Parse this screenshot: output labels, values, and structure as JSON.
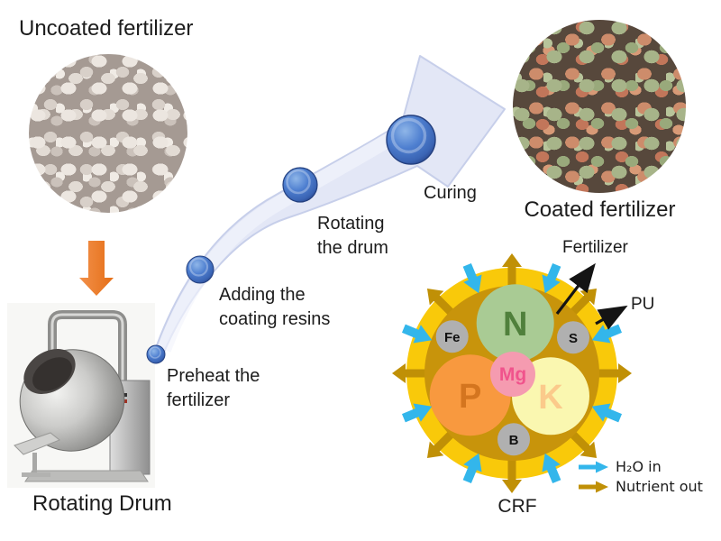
{
  "uncoated": {
    "label": "Uncoated fertilizer"
  },
  "coated": {
    "label": "Coated fertilizer"
  },
  "drum": {
    "label": "Rotating Drum"
  },
  "process": {
    "steps": [
      {
        "label": "Preheat the\nfertilizer"
      },
      {
        "label": "Adding the\ncoating resins"
      },
      {
        "label": "Rotating\nthe drum"
      },
      {
        "label": "Curing"
      }
    ]
  },
  "crf": {
    "label": "CRF",
    "annotations": {
      "fertilizer": "Fertilizer",
      "pu": "PU"
    },
    "coating": {
      "outer_color": "#f9c90a",
      "inner_color": "#c8940b"
    },
    "nutrients": [
      {
        "symbol": "N",
        "circle_color": "#a9cb94",
        "text_color": "#50803c"
      },
      {
        "symbol": "P",
        "circle_color": "#f8993f",
        "text_color": "#d4751f"
      },
      {
        "symbol": "K",
        "circle_color": "#faf7b0",
        "text_color": "#fbca8b"
      },
      {
        "symbol": "Mg",
        "circle_color": "#f59bb0",
        "text_color": "#f0538c"
      },
      {
        "symbol": "Fe",
        "circle_color": "#b0b0b0",
        "text_color": "#111111"
      },
      {
        "symbol": "S",
        "circle_color": "#b0b0b0",
        "text_color": "#111111"
      },
      {
        "symbol": "B",
        "circle_color": "#b0b0b0",
        "text_color": "#111111"
      }
    ],
    "legend": [
      {
        "label": "H₂O in",
        "color": "#33b6eb"
      },
      {
        "label": "Nutrient out",
        "color": "#c09006"
      }
    ]
  },
  "colors": {
    "orange_arrow": "#ed7d31",
    "process_arrow_fill": "#e3e7f6",
    "process_arrow_edge": "#c7cfea",
    "sphere_blue": "#4472c4",
    "text": "#1c1c1c"
  }
}
